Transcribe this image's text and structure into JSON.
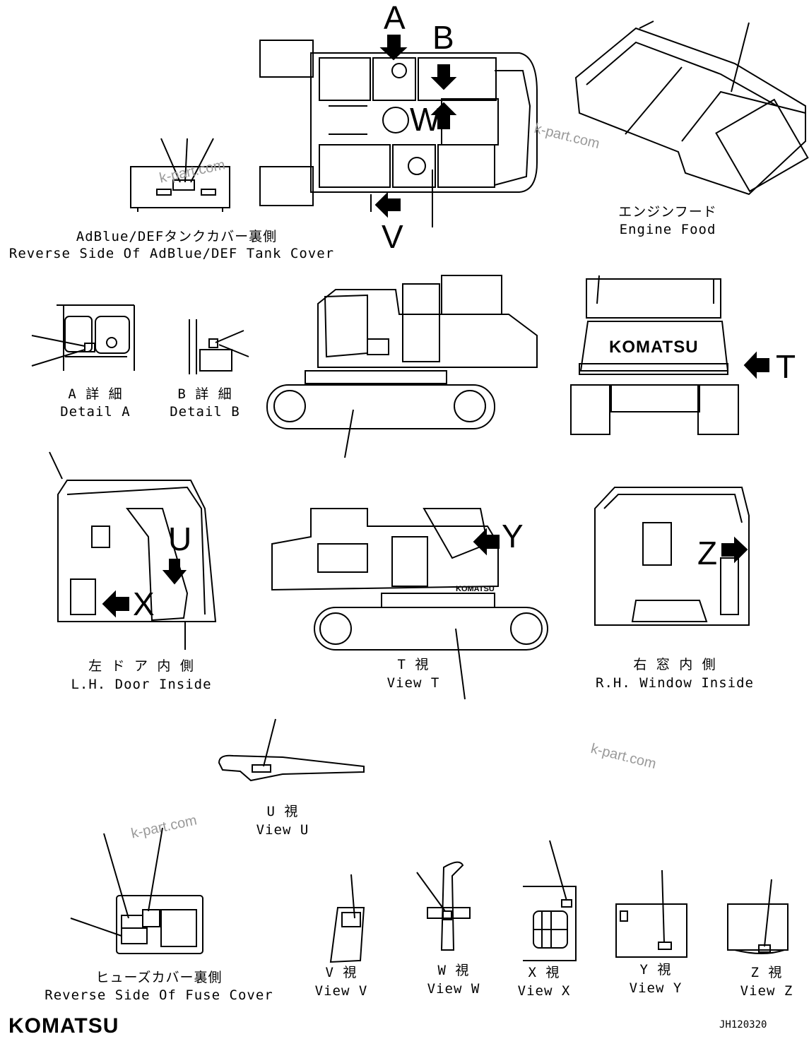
{
  "views": {
    "adblue": {
      "jp": "AdBlue/DEFタンクカバー裏側",
      "en": "Reverse Side Of AdBlue/DEF Tank Cover"
    },
    "engine_hood": {
      "jp": "エンジンフード",
      "en": "Engine Food"
    },
    "detail_a": {
      "jp": "A 詳 細",
      "en": "Detail A"
    },
    "detail_b": {
      "jp": "B 詳 細",
      "en": "Detail B"
    },
    "lh_door": {
      "jp": "左 ド ア 内 側",
      "en": "L.H. Door Inside"
    },
    "view_t": {
      "jp": "T 視",
      "en": "View T"
    },
    "rh_window": {
      "jp": "右 窓 内 側",
      "en": "R.H. Window Inside"
    },
    "view_u": {
      "jp": "U 視",
      "en": "View U"
    },
    "fuse_cover": {
      "jp": "ヒューズカバー裏側",
      "en": "Reverse Side Of Fuse Cover"
    },
    "view_v": {
      "jp": "V 視",
      "en": "View V"
    },
    "view_w": {
      "jp": "W 視",
      "en": "View W"
    },
    "view_x": {
      "jp": "X 視",
      "en": "View X"
    },
    "view_y": {
      "jp": "Y 視",
      "en": "View Y"
    },
    "view_z": {
      "jp": "Z 視",
      "en": "View Z"
    }
  },
  "callouts": {
    "a": "A",
    "b": "B",
    "w": "W",
    "v": "V",
    "t": "T",
    "u": "U",
    "x": "X",
    "y": "Y",
    "z": "Z"
  },
  "brand": {
    "logo": "KOMATSU",
    "machine_badge": "KOMATSU",
    "side_badge": "KOMATSU"
  },
  "drawing_number": "JH120320",
  "watermark": "k-part.com"
}
